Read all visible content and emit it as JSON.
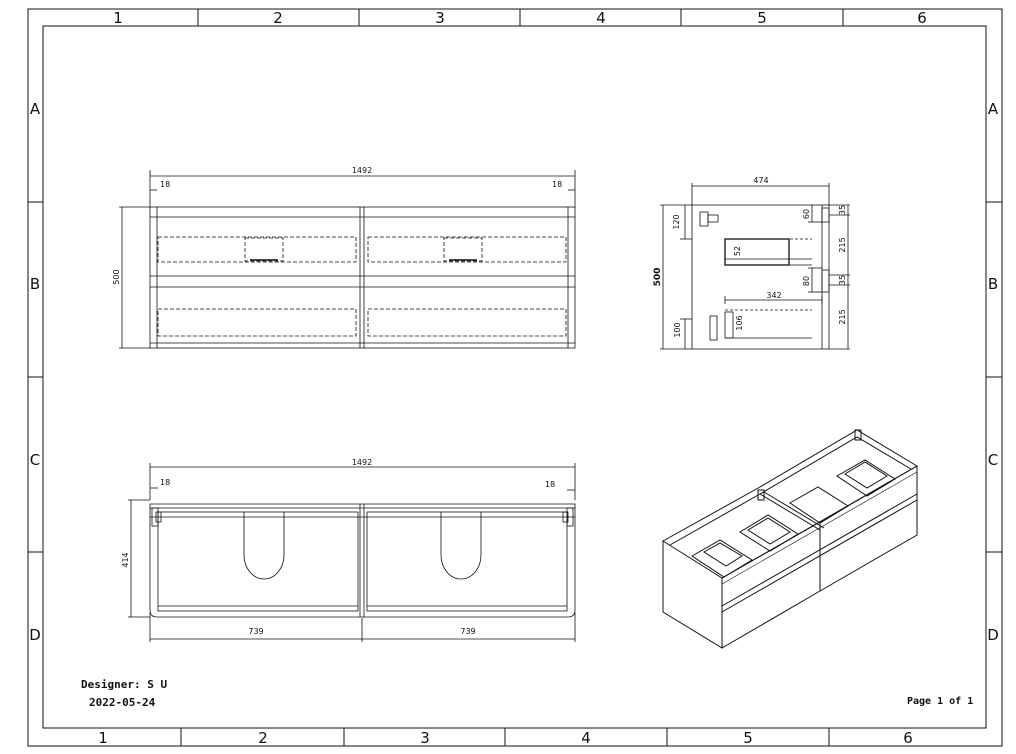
{
  "sheet": {
    "zone_columns": [
      "1",
      "2",
      "3",
      "4",
      "5",
      "6"
    ],
    "zone_rows": [
      "A",
      "B",
      "C",
      "D"
    ],
    "designer_label": "Designer: S U",
    "date": "2022-05-24",
    "page": "Page 1 of 1"
  },
  "front_view": {
    "overall_width": "1492",
    "left_panel": "18",
    "right_panel": "18",
    "height": "500"
  },
  "side_view": {
    "depth": "474",
    "height": "500",
    "top_rail": "120",
    "top_gap": "60",
    "top_edge": "35",
    "drawer_upper": "215",
    "mid_gap": "35",
    "mid_rail": "80",
    "inner_depth": "342",
    "drawer_lower": "215",
    "plinth": "100",
    "lower_inner": "106",
    "upper_inner": "52"
  },
  "plan_view": {
    "overall_width": "1492",
    "left_panel": "18",
    "right_panel": "18",
    "depth": "414",
    "left_half": "739",
    "right_half": "739"
  }
}
